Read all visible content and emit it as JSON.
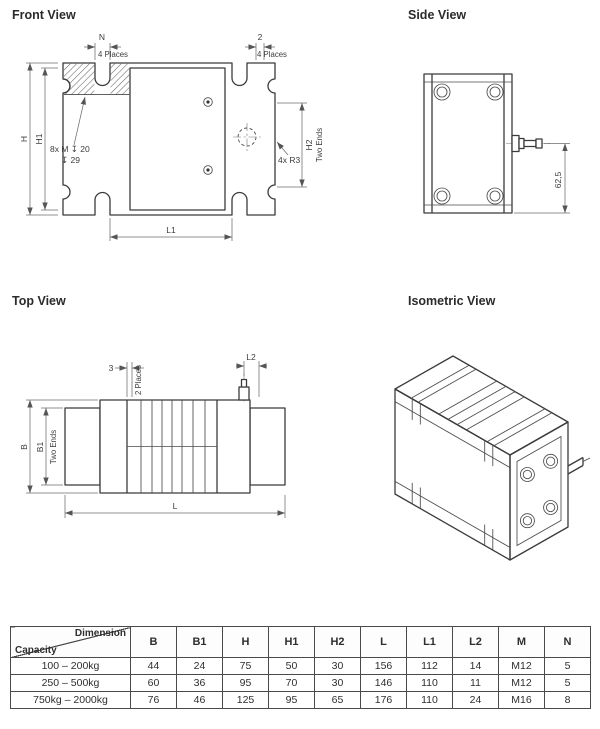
{
  "colors": {
    "body_line": "#3b3b3b",
    "dim_line": "#6e6e6e",
    "text": "#3c3c3c"
  },
  "views": {
    "front": {
      "title": "Front View",
      "dims": {
        "n": "N",
        "n_note": "4 Places",
        "two": "2",
        "two_note": "4 Places",
        "h1": "H1",
        "h": "H",
        "thread1": "8x M ↧ 20",
        "thread2": "↧ 29",
        "h2": "H2",
        "h2_note": "Two Ends",
        "r3": "4x R3",
        "l1": "L1"
      }
    },
    "side": {
      "title": "Side View",
      "dims": {
        "height": "62,5"
      }
    },
    "top": {
      "title": "Top View",
      "dims": {
        "three": "3",
        "three_note": "2 Places",
        "l2": "L2",
        "b": "B",
        "b1": "B1",
        "b1_note": "Two Ends",
        "l": "L"
      }
    },
    "iso": {
      "title": "Isometric View"
    }
  },
  "table": {
    "corner": {
      "top": "Dimension",
      "bottom": "Capacity"
    },
    "columns": [
      "B",
      "B1",
      "H",
      "H1",
      "H2",
      "L",
      "L1",
      "L2",
      "M",
      "N"
    ],
    "rows": [
      {
        "capacity": "100 – 200kg",
        "values": [
          "44",
          "24",
          "75",
          "50",
          "30",
          "156",
          "112",
          "14",
          "M12",
          "5"
        ]
      },
      {
        "capacity": "250 – 500kg",
        "values": [
          "60",
          "36",
          "95",
          "70",
          "30",
          "146",
          "110",
          "11",
          "M12",
          "5"
        ]
      },
      {
        "capacity": "750kg – 2000kg",
        "values": [
          "76",
          "46",
          "125",
          "95",
          "65",
          "176",
          "110",
          "24",
          "M16",
          "8"
        ]
      }
    ]
  }
}
